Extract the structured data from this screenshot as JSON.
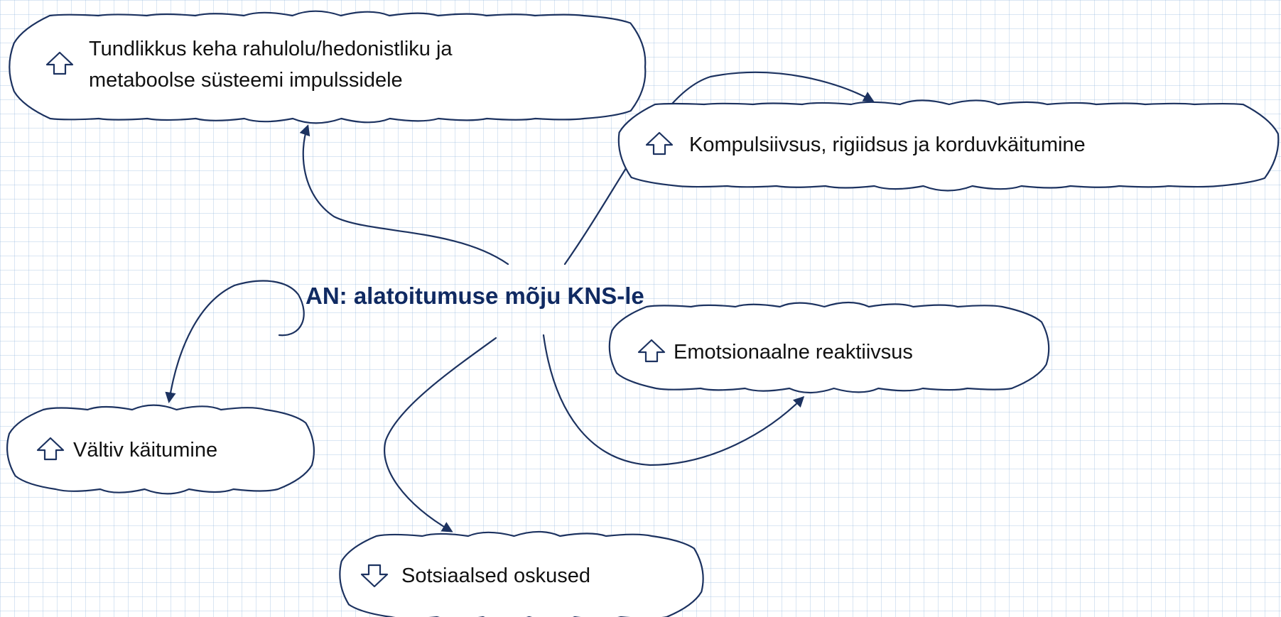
{
  "center": {
    "title": "AN: alatoitumuse mõju KNS-le"
  },
  "nodes": [
    {
      "id": "sensitivity",
      "lines": [
        "Tundlikkus keha rahulolu/hedonistliku ja",
        "metaboolse süsteemi impulssidele"
      ],
      "direction": "up",
      "direction_icon": "arrow-up-icon"
    },
    {
      "id": "compulsivity",
      "lines": [
        "Kompulsiivsus, rigiidsus ja korduvkäitumine"
      ],
      "direction": "up",
      "direction_icon": "arrow-up-icon"
    },
    {
      "id": "emotional",
      "lines": [
        "Emotsionaalne reaktiivsus"
      ],
      "direction": "up",
      "direction_icon": "arrow-up-icon"
    },
    {
      "id": "avoidant",
      "lines": [
        "Vältiv käitumine"
      ],
      "direction": "up",
      "direction_icon": "arrow-up-icon"
    },
    {
      "id": "social",
      "lines": [
        "Sotsiaalsed oskused"
      ],
      "direction": "down",
      "direction_icon": "arrow-down-icon"
    }
  ],
  "colors": {
    "outline": "#1c3260",
    "title": "#102a62",
    "arrow_up": "#5cb820",
    "arrow_down": "#5cb820",
    "grid": "#96b9dc"
  }
}
